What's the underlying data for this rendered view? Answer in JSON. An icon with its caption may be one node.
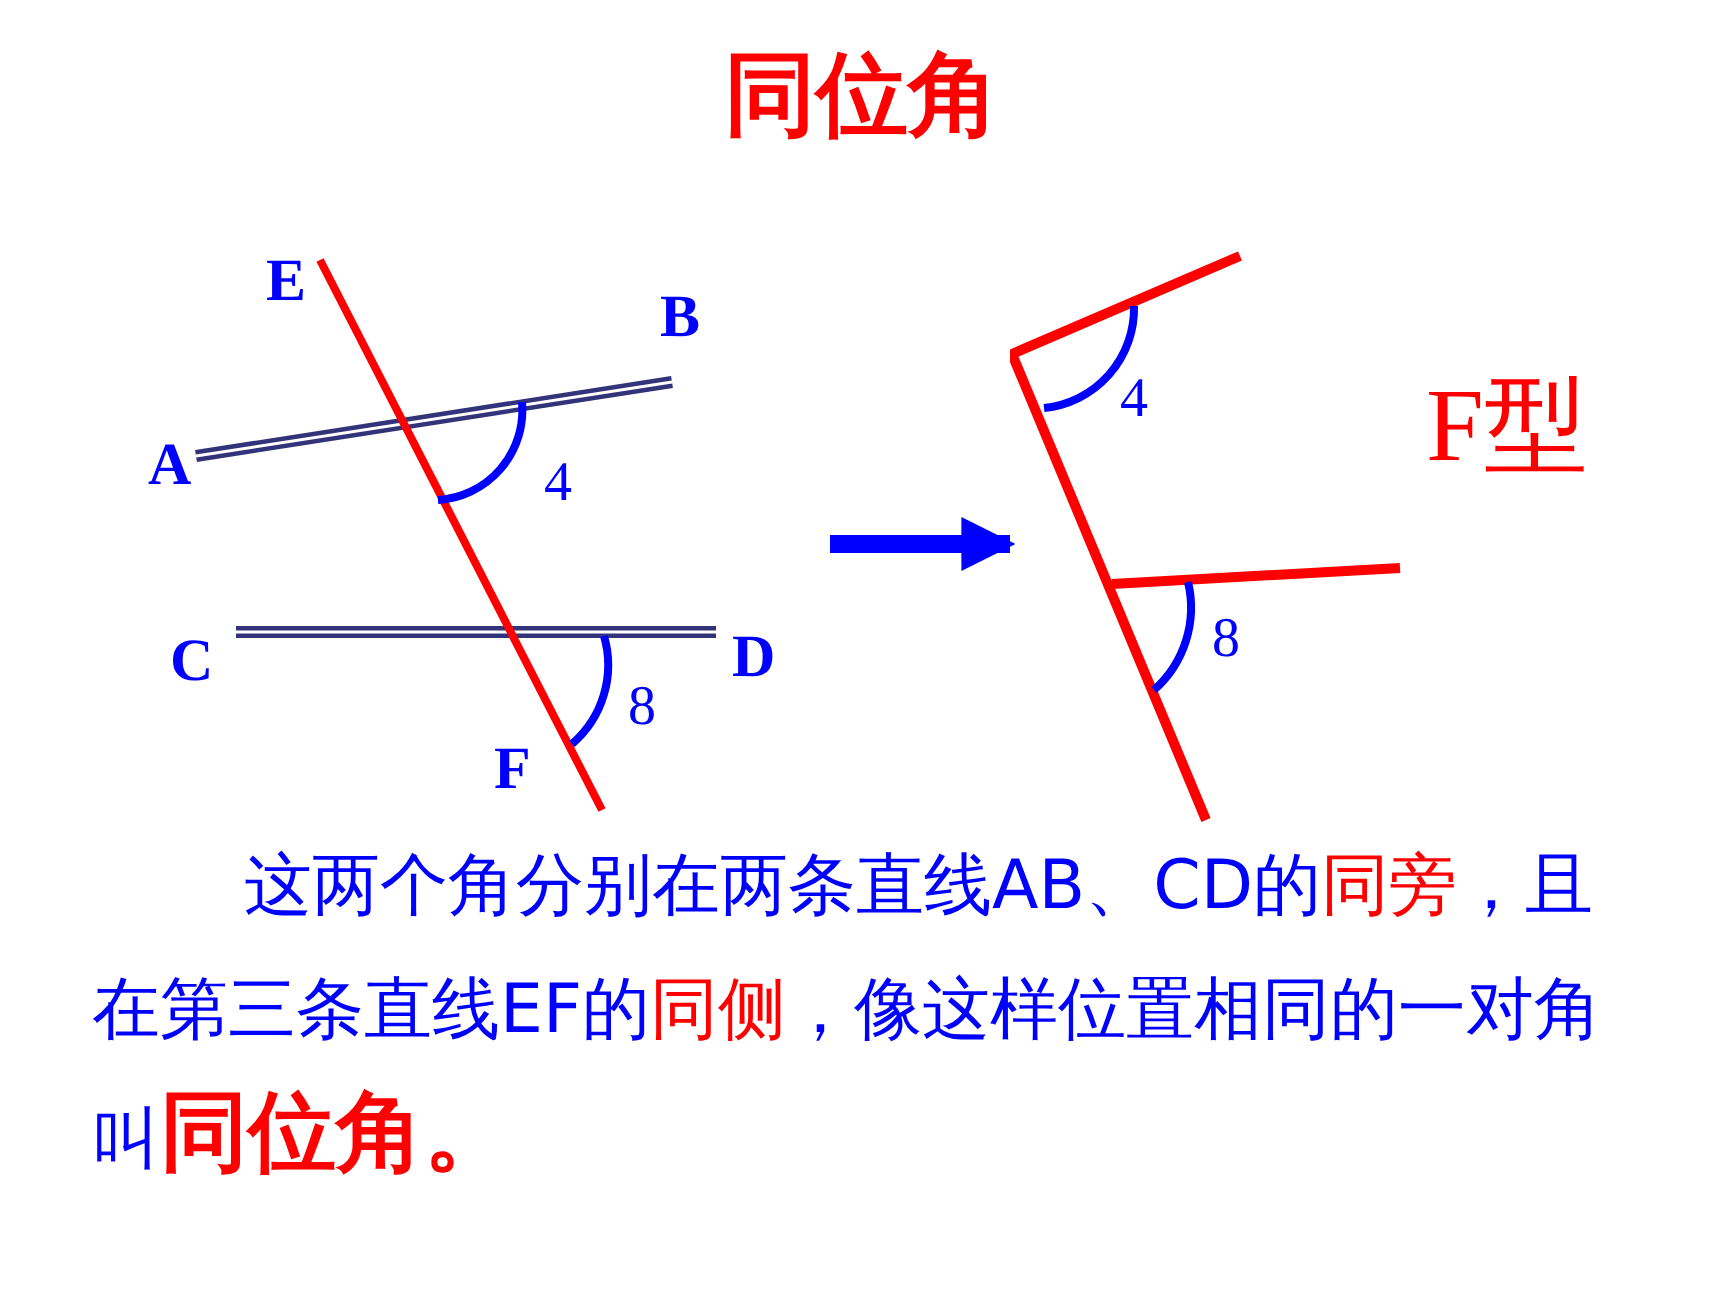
{
  "diagram": {
    "title": "同位角",
    "nodes": [
      {
        "text": [],
        "shape": "drawing"
      },
      {
        "text": [],
        "shape": "drawing"
      }
    ],
    "edges": [
      {
        "from": 0,
        "to": 1,
        "arrow": "to"
      }
    ],
    "labels": [
      "E",
      "B",
      "A",
      "4",
      "C",
      "D",
      "8",
      "F",
      "4",
      "8",
      "F型",
      "这两个角分别在两条直线AB、CD的**同旁**，且在第三条直线EF的**同侧**，像这样位置相同的一对角叫**同位角。**"
    ]
  }
}
